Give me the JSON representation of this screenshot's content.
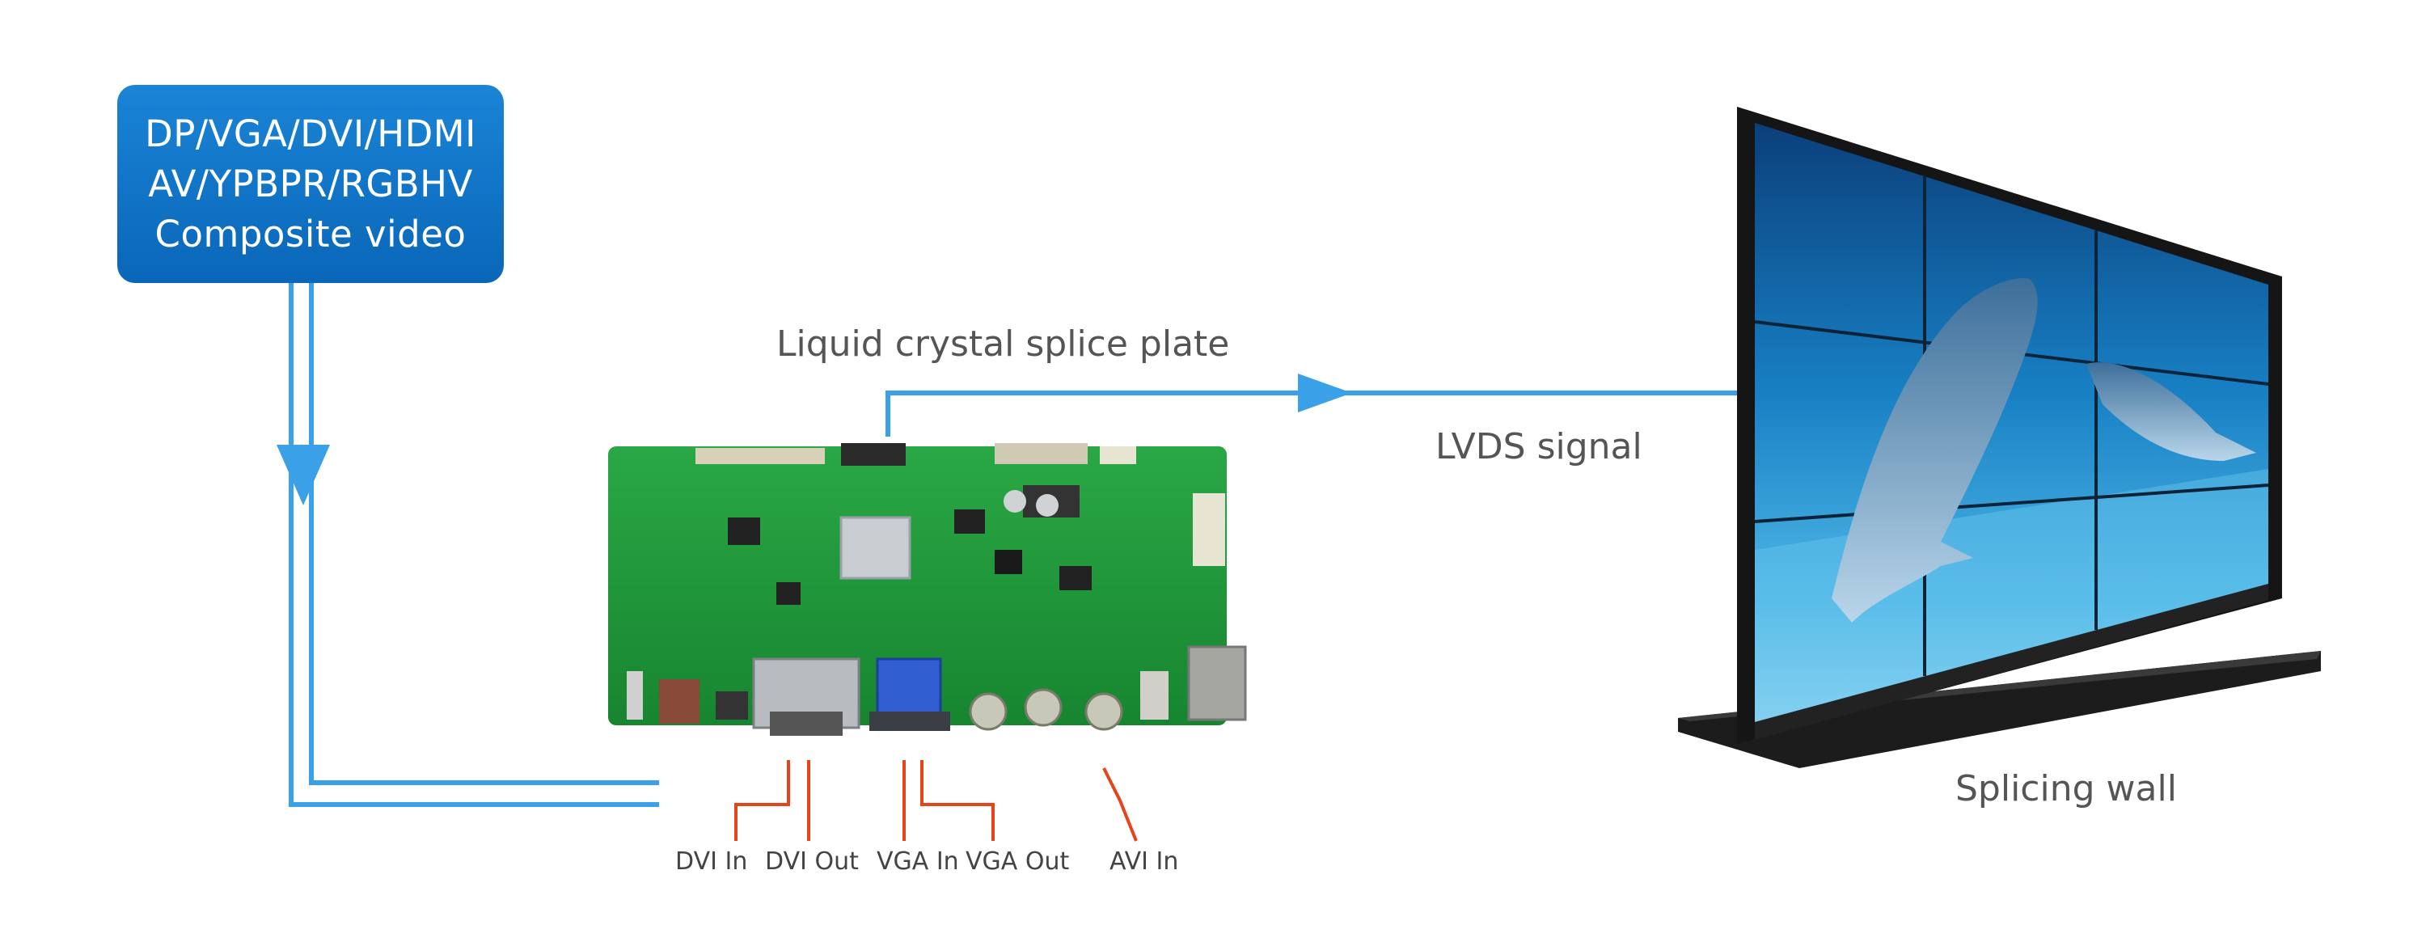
{
  "source": {
    "lines": [
      "DP/VGA/DVI/HDMI",
      "AV/YPBPR/RGBHV",
      "Composite video"
    ]
  },
  "labels": {
    "plate": "Liquid crystal splice plate",
    "signal": "LVDS signal",
    "wall": "Splicing wall"
  },
  "ports": [
    "DVI In",
    "DVI Out",
    "VGA In",
    "VGA Out",
    "AVI In"
  ],
  "colors": {
    "source_box": "#0a6fc2",
    "signal_line": "#3aa0e8",
    "port_line": "#e8441c",
    "pcb": "#1f9a3a"
  }
}
